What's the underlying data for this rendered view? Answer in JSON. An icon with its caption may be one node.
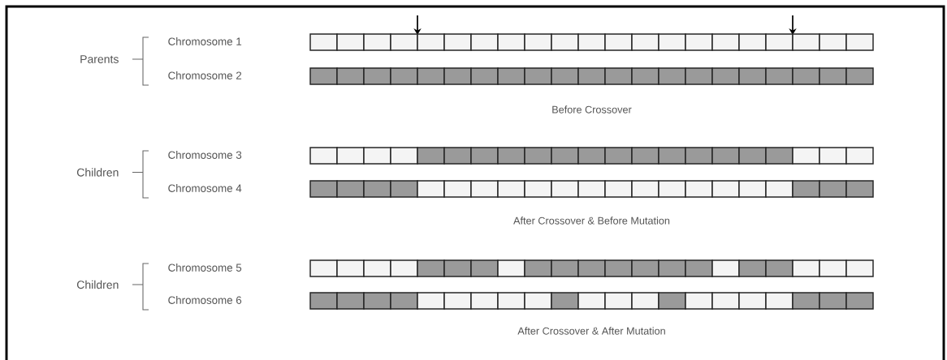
{
  "diagram": {
    "labels": [
      "Parents",
      "Chromosome 1",
      "Chromosome 2",
      "Before Crossover",
      "Children",
      "Chromosome 3",
      "Chromosome 4",
      "After Crossover & Before Mutation",
      "Children",
      "Chromosome 5",
      "Chromosome 6",
      "After Crossover & After Mutation"
    ]
  }
}
